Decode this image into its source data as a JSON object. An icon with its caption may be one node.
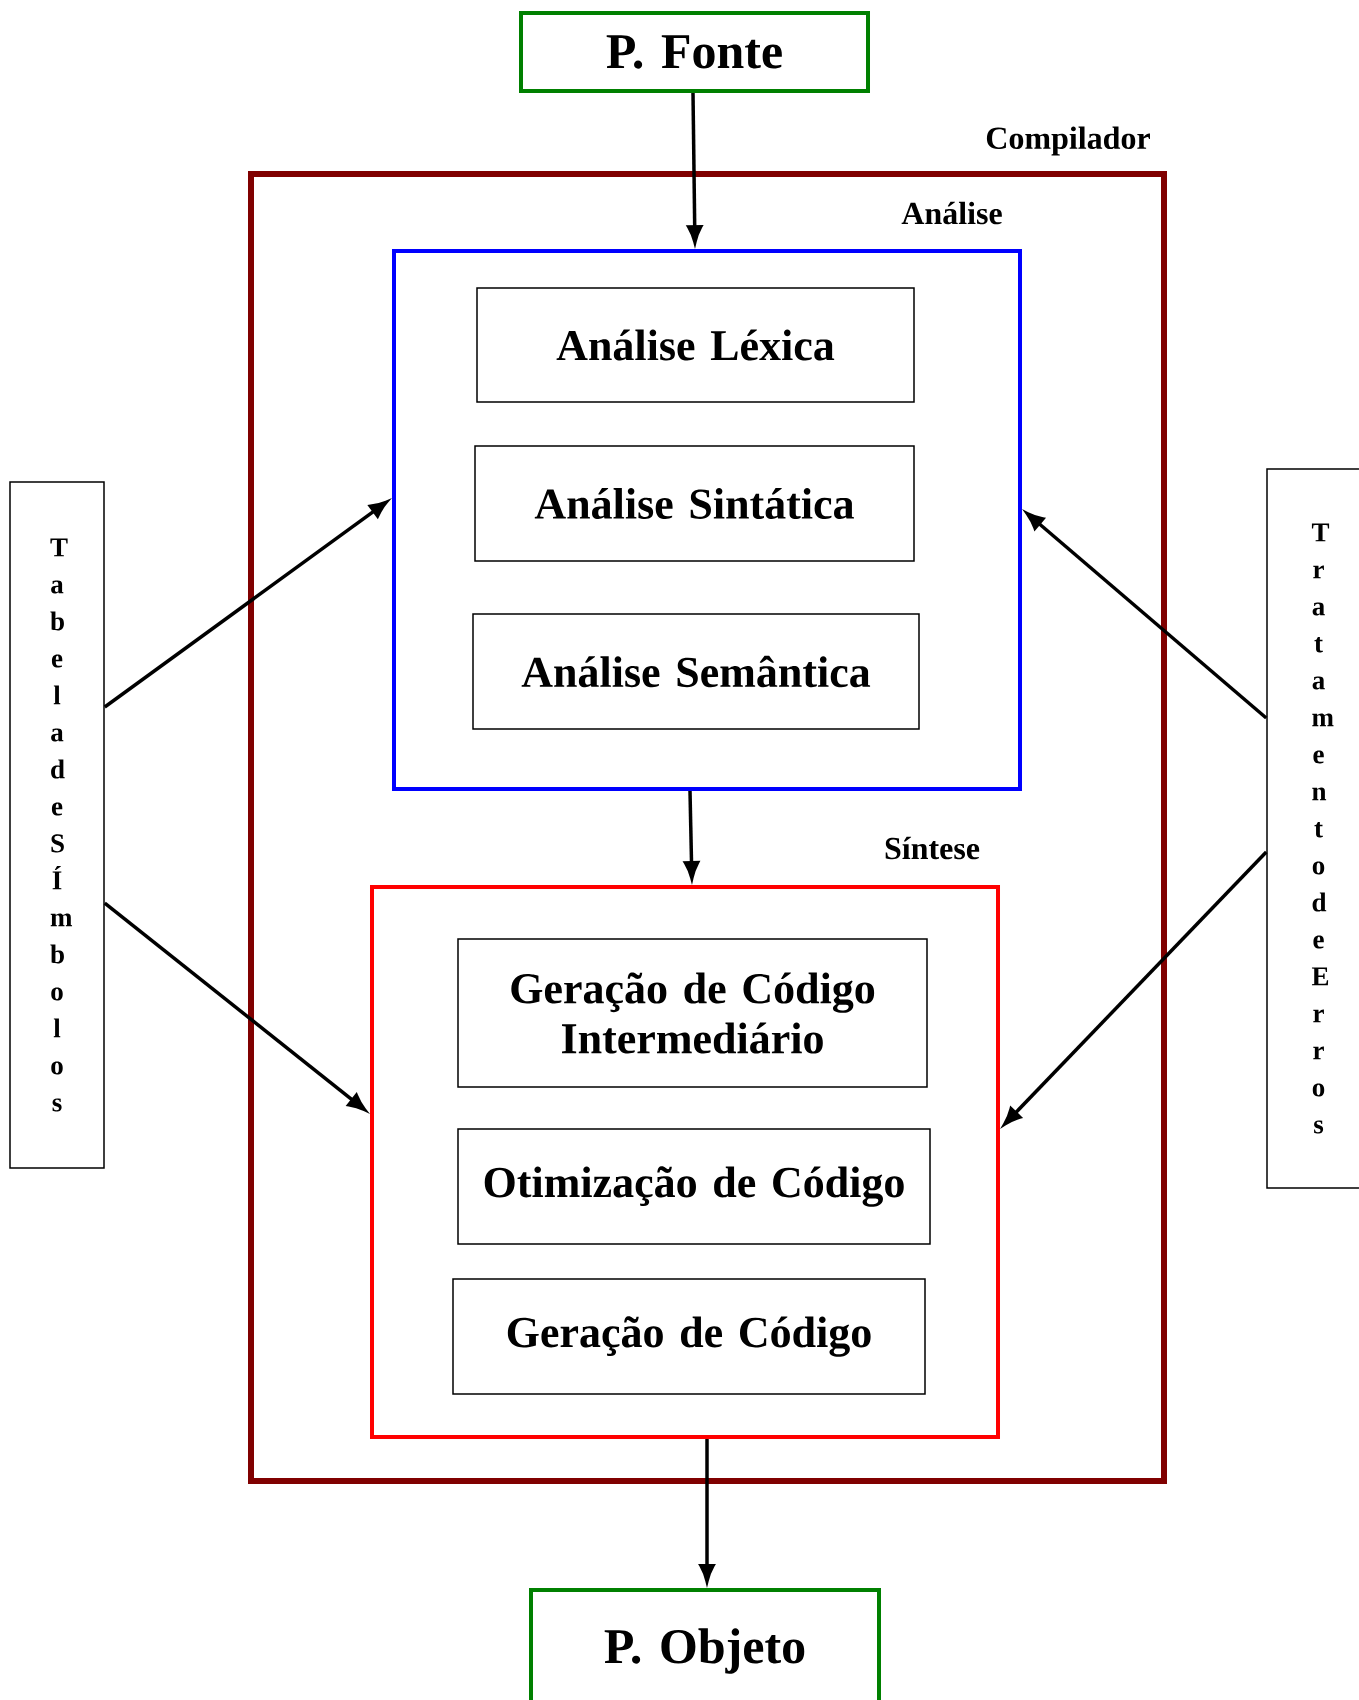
{
  "diagram": {
    "nodes": [
      {
        "text": [
          "P. Fonte"
        ]
      },
      {
        "text": [
          "Compilador"
        ]
      },
      {
        "text": [
          "Análise"
        ],
        "in": 1
      },
      {
        "text": [
          "Análise Léxica"
        ],
        "in": 2
      },
      {
        "text": [
          "Análise Sintática"
        ],
        "in": 2
      },
      {
        "text": [
          "Análise Semântica"
        ],
        "in": 2
      },
      {
        "text": [
          "Síntese"
        ],
        "in": 1
      },
      {
        "text": [
          "Geração de Código Intermediário"
        ],
        "in": 6
      },
      {
        "text": [
          "Otimização de Código"
        ],
        "in": 6
      },
      {
        "text": [
          "Geração de Código"
        ],
        "in": 6
      },
      {
        "text": [
          "P. Objeto"
        ]
      },
      {
        "text": [
          "Tabela de SÍmbolos"
        ]
      },
      {
        "text": [
          "Tratamento de Erros"
        ]
      }
    ],
    "edges": [
      {
        "from": 0,
        "to": 2,
        "arrow": "to"
      },
      {
        "from": 2,
        "to": 6,
        "arrow": "to"
      },
      {
        "from": 6,
        "to": 10,
        "arrow": "to"
      },
      {
        "from": 11,
        "to": 2,
        "arrow": "to"
      },
      {
        "from": 11,
        "to": 6,
        "arrow": "to"
      },
      {
        "from": 12,
        "to": 2,
        "arrow": "to"
      },
      {
        "from": 12,
        "to": 6,
        "arrow": "to"
      }
    ]
  }
}
